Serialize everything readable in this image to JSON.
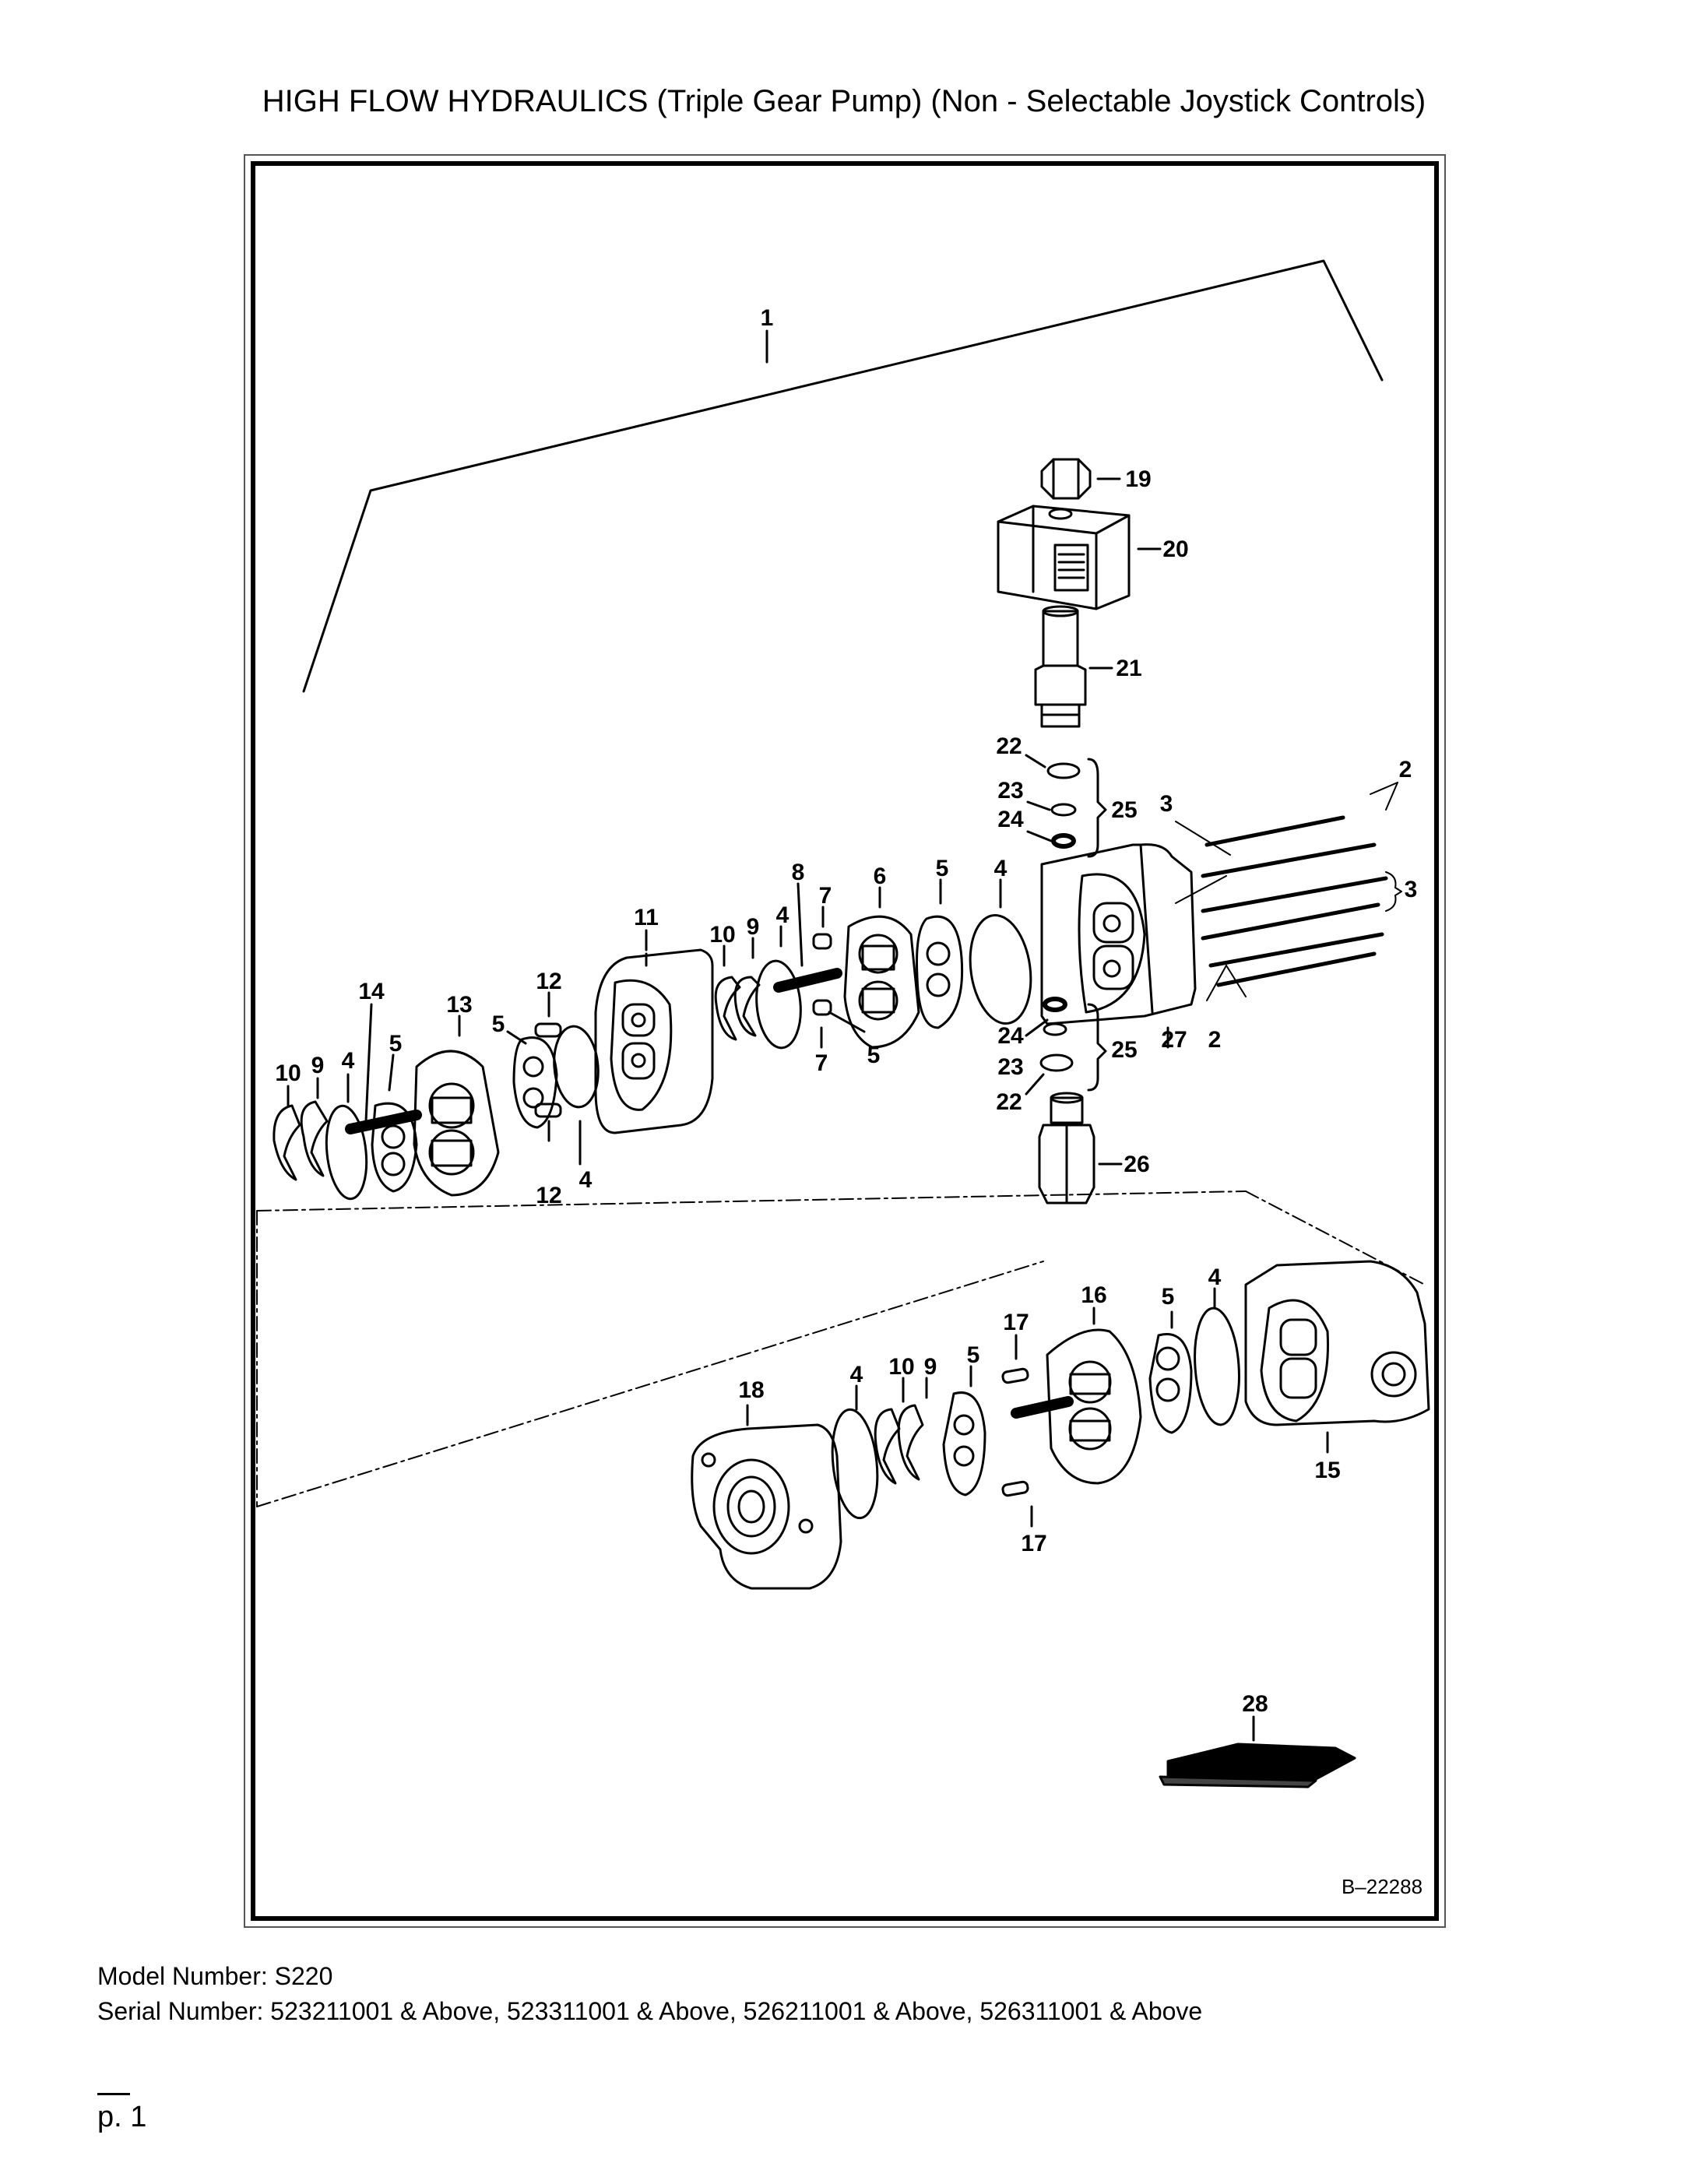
{
  "page": {
    "title": "HIGH FLOW HYDRAULICS (Triple Gear Pump) (Non - Selectable Joystick Controls)",
    "model_number": "Model Number: S220",
    "serial_number": "Serial Number: 523211001 & Above, 523311001 & Above, 526211001 & Above, 526311001 & Above",
    "page_label": "p. 1"
  },
  "diagram": {
    "drawing_id": "B–22288",
    "callouts": {
      "c1": "1",
      "c2a": "2",
      "c2b": "2",
      "c3a": "3",
      "c3b": "3",
      "c4a": "4",
      "c4b": "4",
      "c4c": "4",
      "c4d": "4",
      "c4e": "4",
      "c4f": "4",
      "c5a": "5",
      "c5b": "5",
      "c5c": "5",
      "c5d": "5",
      "c5e": "5",
      "c5f": "5",
      "c6": "6",
      "c7a": "7",
      "c7b": "7",
      "c8": "8",
      "c9a": "9",
      "c9b": "9",
      "c9c": "9",
      "c10a": "10",
      "c10b": "10",
      "c10c": "10",
      "c11": "11",
      "c12a": "12",
      "c12b": "12",
      "c13": "13",
      "c14": "14",
      "c15": "15",
      "c16": "16",
      "c17a": "17",
      "c17b": "17",
      "c18": "18",
      "c19": "19",
      "c20": "20",
      "c21": "21",
      "c22a": "22",
      "c22b": "22",
      "c23a": "23",
      "c23b": "23",
      "c24a": "24",
      "c24b": "24",
      "c25a": "25",
      "c25b": "25",
      "c26": "26",
      "c27": "27",
      "c28": "28"
    }
  }
}
